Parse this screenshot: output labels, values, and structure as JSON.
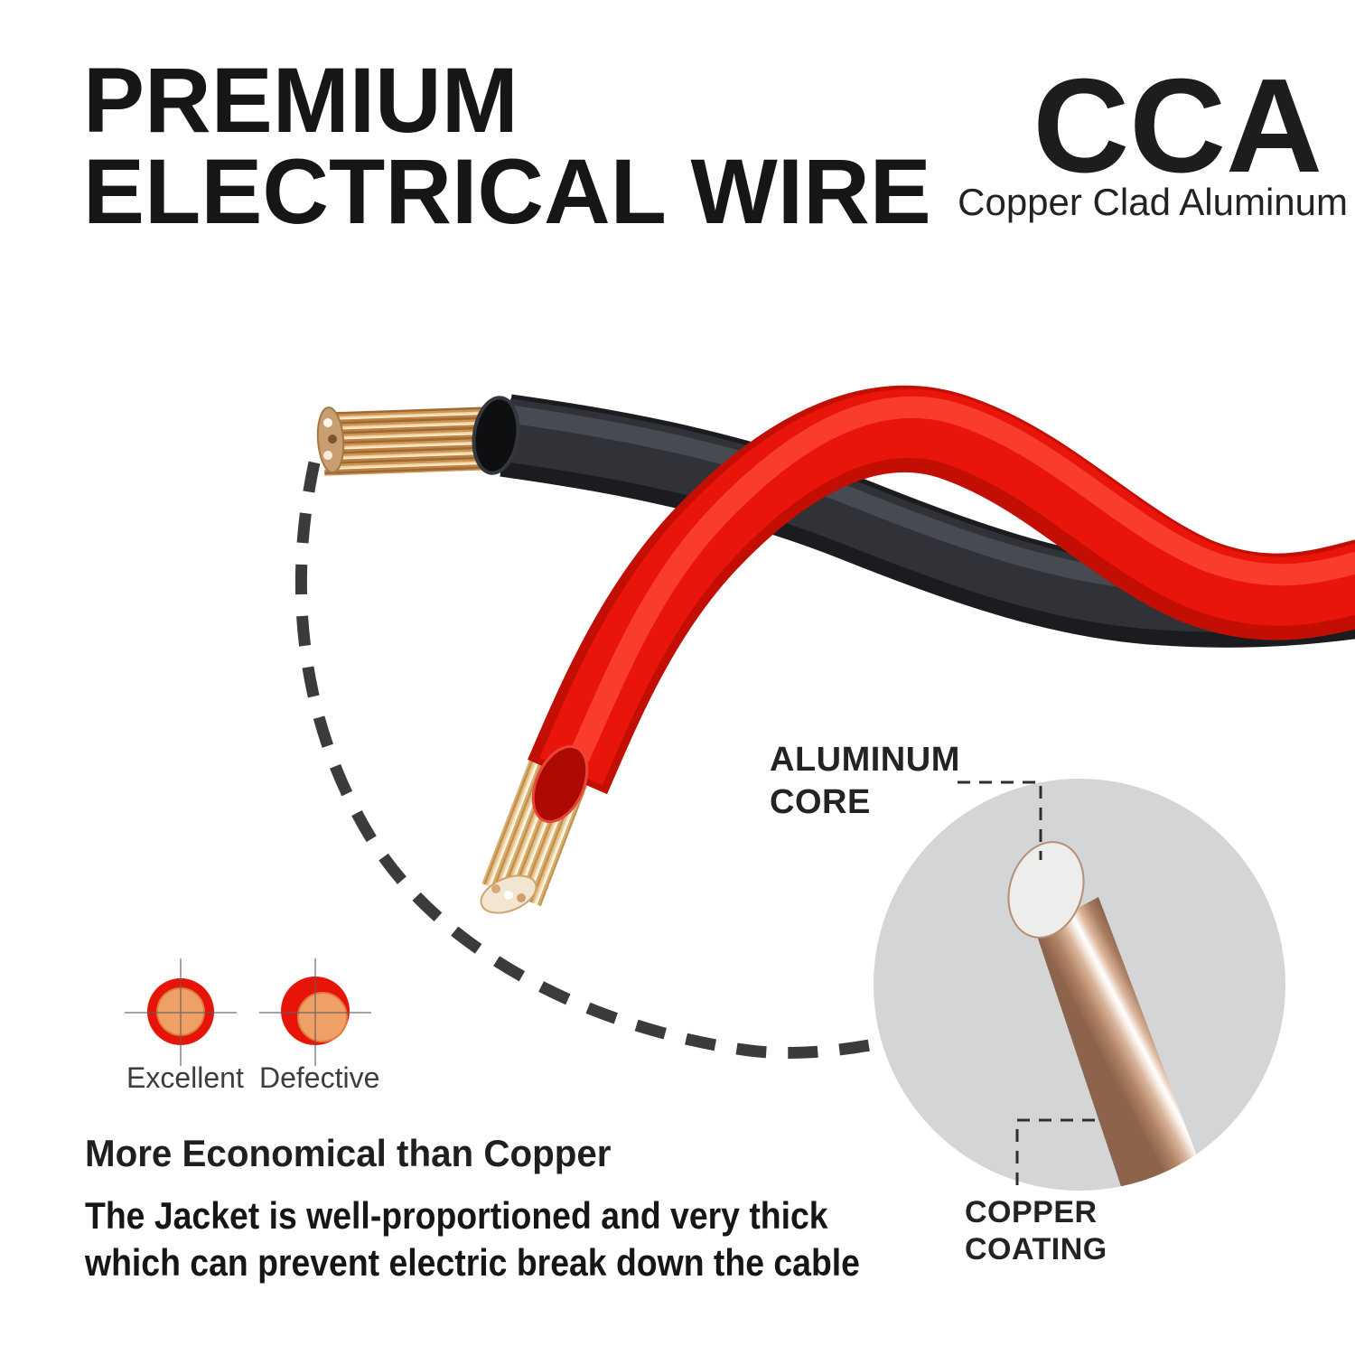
{
  "title": {
    "line1": "PREMIUM",
    "line2": "ELECTRICAL WIRE"
  },
  "badge": {
    "abbr": "CCA",
    "full": "Copper Clad Aluminum"
  },
  "callouts": {
    "aluminum_core": {
      "line1": "ALUMINUM",
      "line2": "CORE"
    },
    "copper_coating": {
      "line1": "COPPER",
      "line2": "COATING"
    }
  },
  "comparison": {
    "excellent": "Excellent",
    "defective": "Defective"
  },
  "features": {
    "headline": "More Economical than Copper",
    "body_line1": "The Jacket is well-proportioned and very thick",
    "body_line2": "which can prevent electric break down the cable"
  },
  "colors": {
    "wire_red": "#ea150a",
    "wire_red_dark": "#c30e04",
    "wire_black": "#202226",
    "copper_strand": "#cf9555",
    "copper_strand_light": "#f3d3a0",
    "magnifier_bg": "#d4d5d7",
    "rod_copper": "#b08264",
    "aluminum_core_face": "#ededeb",
    "dashed_arc": "#3b3b3b",
    "text": "#161616"
  }
}
